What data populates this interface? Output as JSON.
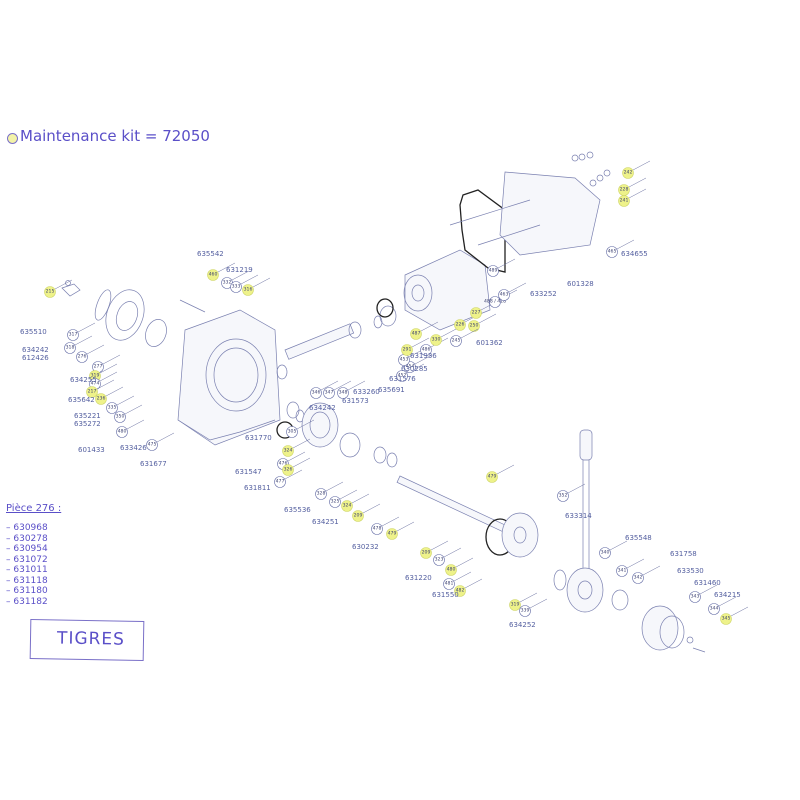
{
  "header": {
    "kit_label": "Maintenance kit = 72050",
    "kit_color": "#eef28a",
    "ink_color": "#5a4fc8"
  },
  "note": {
    "title": "Pièce 276 :",
    "items": [
      "630968",
      "630278",
      "630954",
      "631072",
      "631011",
      "631118",
      "631180",
      "631182"
    ]
  },
  "model_label": "TIGRES",
  "diagram": {
    "callouts": [
      {
        "ref": "215",
        "kit": true
      },
      {
        "ref": "317",
        "kit": false
      },
      {
        "ref": "318",
        "kit": false
      },
      {
        "ref": "276",
        "kit": false
      },
      {
        "ref": "277",
        "kit": false
      },
      {
        "ref": "460",
        "kit": true
      },
      {
        "ref": "332",
        "kit": false
      },
      {
        "ref": "333",
        "kit": false
      },
      {
        "ref": "316",
        "kit": true
      },
      {
        "ref": "319",
        "kit": true
      },
      {
        "ref": "474",
        "kit": false
      },
      {
        "ref": "217",
        "kit": true
      },
      {
        "ref": "236",
        "kit": true
      },
      {
        "ref": "335",
        "kit": false
      },
      {
        "ref": "350",
        "kit": false
      },
      {
        "ref": "480",
        "kit": false
      },
      {
        "ref": "475",
        "kit": false
      },
      {
        "ref": "346",
        "kit": false
      },
      {
        "ref": "347",
        "kit": false
      },
      {
        "ref": "348",
        "kit": false
      },
      {
        "ref": "452",
        "kit": false
      },
      {
        "ref": "454",
        "kit": false
      },
      {
        "ref": "453",
        "kit": false
      },
      {
        "ref": "291",
        "kit": true
      },
      {
        "ref": "487",
        "kit": true
      },
      {
        "ref": "486",
        "kit": false
      },
      {
        "ref": "330",
        "kit": true
      },
      {
        "ref": "226",
        "kit": true
      },
      {
        "ref": "227",
        "kit": true
      },
      {
        "ref": "250",
        "kit": true
      },
      {
        "ref": "245",
        "kit": false
      },
      {
        "ref": "488 / 418",
        "kit": false
      },
      {
        "ref": "463",
        "kit": false
      },
      {
        "ref": "489",
        "kit": false
      },
      {
        "ref": "465",
        "kit": false
      },
      {
        "ref": "242",
        "kit": true
      },
      {
        "ref": "228",
        "kit": true
      },
      {
        "ref": "241",
        "kit": true
      },
      {
        "ref": "305",
        "kit": false
      },
      {
        "ref": "324",
        "kit": true
      },
      {
        "ref": "476",
        "kit": false
      },
      {
        "ref": "326",
        "kit": true
      },
      {
        "ref": "477",
        "kit": false
      },
      {
        "ref": "328",
        "kit": false
      },
      {
        "ref": "325",
        "kit": false
      },
      {
        "ref": "324",
        "kit": true
      },
      {
        "ref": "209",
        "kit": true
      },
      {
        "ref": "478",
        "kit": false
      },
      {
        "ref": "479",
        "kit": true
      },
      {
        "ref": "479",
        "kit": true
      },
      {
        "ref": "209",
        "kit": true
      },
      {
        "ref": "323",
        "kit": false
      },
      {
        "ref": "480",
        "kit": true
      },
      {
        "ref": "481",
        "kit": false
      },
      {
        "ref": "482",
        "kit": true
      },
      {
        "ref": "319",
        "kit": true
      },
      {
        "ref": "339",
        "kit": false
      },
      {
        "ref": "352",
        "kit": false
      },
      {
        "ref": "340",
        "kit": false
      },
      {
        "ref": "341",
        "kit": false
      },
      {
        "ref": "342",
        "kit": false
      },
      {
        "ref": "343",
        "kit": false
      },
      {
        "ref": "344",
        "kit": false
      },
      {
        "ref": "345",
        "kit": true
      }
    ],
    "part_numbers": [
      "635510",
      "634242",
      "612426",
      "634255",
      "635642",
      "635221",
      "635272",
      "601433",
      "633426",
      "631677",
      "635542",
      "631219",
      "633260",
      "631573",
      "634242",
      "635691",
      "631576",
      "630285",
      "631936",
      "601362",
      "633252",
      "601328",
      "634655",
      "631770",
      "631547",
      "631811",
      "635536",
      "634251",
      "630232",
      "631220",
      "631550",
      "634252",
      "633314",
      "635548",
      "631758",
      "633530",
      "631460",
      "634215"
    ]
  }
}
